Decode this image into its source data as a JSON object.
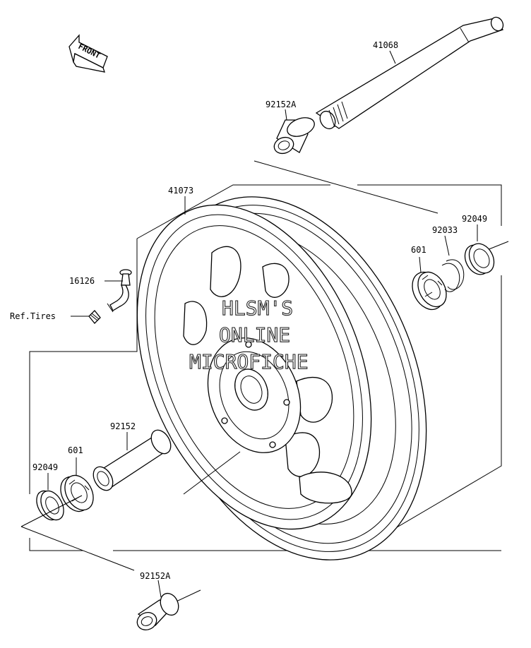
{
  "labels": {
    "axle": "41068",
    "collar_top": "92152A",
    "wheel": "41073",
    "seal_right": "92049",
    "circlip": "92033",
    "bearing_right": "601",
    "valve": "16126",
    "ref_tires": "Ref.Tires",
    "spacer": "92152",
    "bearing_left": "601",
    "seal_left": "92049",
    "collar_bottom": "92152A"
  },
  "front_arrow": "FRONT",
  "watermark": [
    "HLSM'S",
    "ONLINE",
    "MICROFICHE"
  ]
}
